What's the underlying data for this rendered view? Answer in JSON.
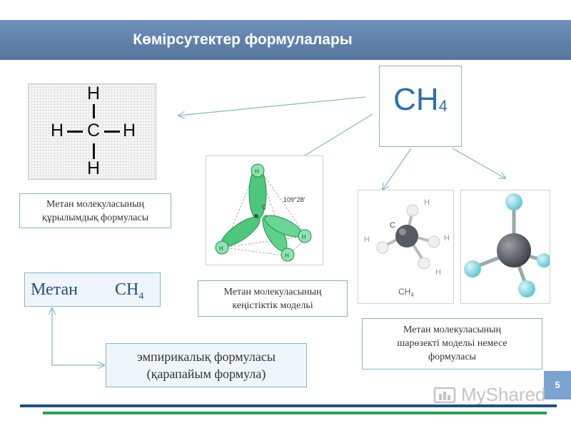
{
  "slide": {
    "title": "Көмірсутектер формулалары",
    "page_number": "5",
    "watermark": "MyShared"
  },
  "structural": {
    "atoms": {
      "top": "H",
      "left": "H",
      "center": "C",
      "right": "H",
      "bottom": "H"
    },
    "caption_line1": "Метан молекуласының",
    "caption_line2": "құрылымдық формуласы"
  },
  "formula_box": {
    "main": "CH",
    "subscript": "4"
  },
  "spatial": {
    "angle": "109°28'",
    "h_label": "H",
    "c_label": "C",
    "caption_line1": "Метан молекуласының",
    "caption_line2": "кеңістіктік модельі"
  },
  "ball_stick": {
    "c_label": "C",
    "h_label": "H",
    "formula": "CH",
    "formula_sub": "4",
    "caption_line1": "Метан молекуласының",
    "caption_line2": "шарөзекті модельі немесе",
    "caption_line3": "формуласы"
  },
  "methane": {
    "word": "Метан",
    "formula": "CH",
    "sub": "4"
  },
  "empirical": {
    "line1": "эмпирикалық формуласы",
    "line2": "(қарапайым формула)"
  },
  "colors": {
    "header": "#5f82ad",
    "accent_blue": "#2b6fb0",
    "box_border": "#7fb6cf",
    "orbital_green": "#3dbb6a",
    "atom_cyan": "#7fd6e0",
    "carbon_gray": "#555b60"
  }
}
